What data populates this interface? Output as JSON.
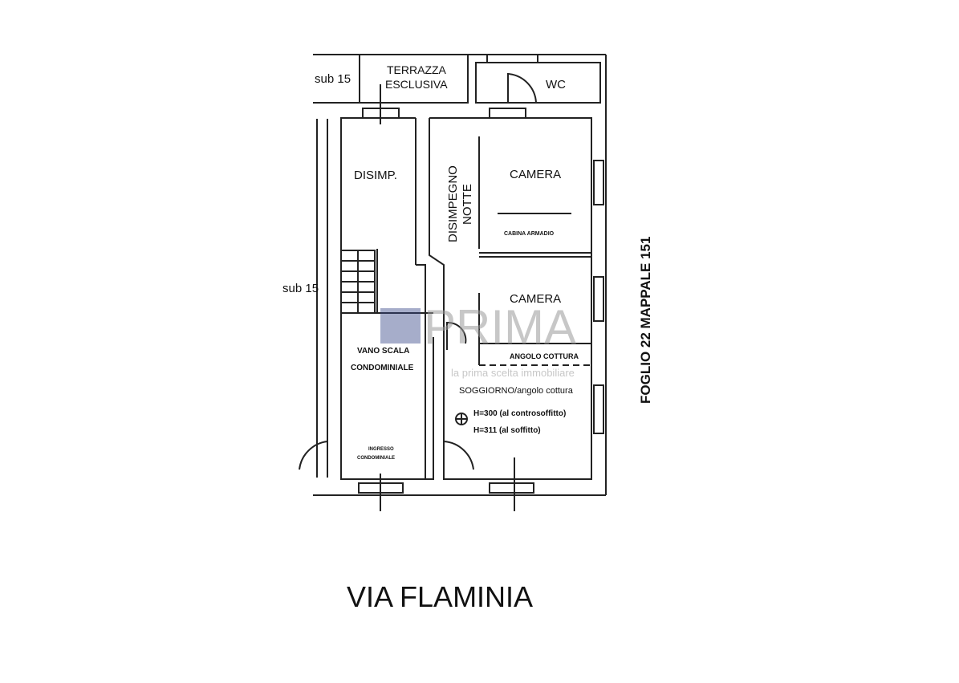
{
  "plan": {
    "rooms": {
      "sub15_top": "sub 15",
      "terrazza_line1": "TERRAZZA",
      "terrazza_line2": "ESCLUSIVA",
      "wc": "WC",
      "disimp": "DISIMP.",
      "disimpegno_line1": "DISIMPEGNO",
      "disimpegno_line2": "NOTTE",
      "camera1": "CAMERA",
      "cabina_armadio": "CABINA ARMADIO",
      "sub15_left": "sub 15",
      "camera2": "CAMERA",
      "angolo_cottura": "ANGOLO COTTURA",
      "vano_scala_line1": "VANO SCALA",
      "vano_scala_line2": "CONDOMINIALE",
      "soggiorno": "SOGGIORNO/angolo cottura",
      "height1": "H=300 (al controsoffitto)",
      "height2": "H=311 (al soffitto)",
      "ingresso_line1": "INGRESSO",
      "ingresso_line2": "CONDOMINIALE"
    },
    "cadastral_ref": "FOGLIO 22  MAPPALE 151",
    "street": "VIA FLAMINIA"
  },
  "watermark": {
    "brand": "PRIMA",
    "tagline": "la prima scelta immobiliare",
    "color": "#3a4a8a"
  }
}
